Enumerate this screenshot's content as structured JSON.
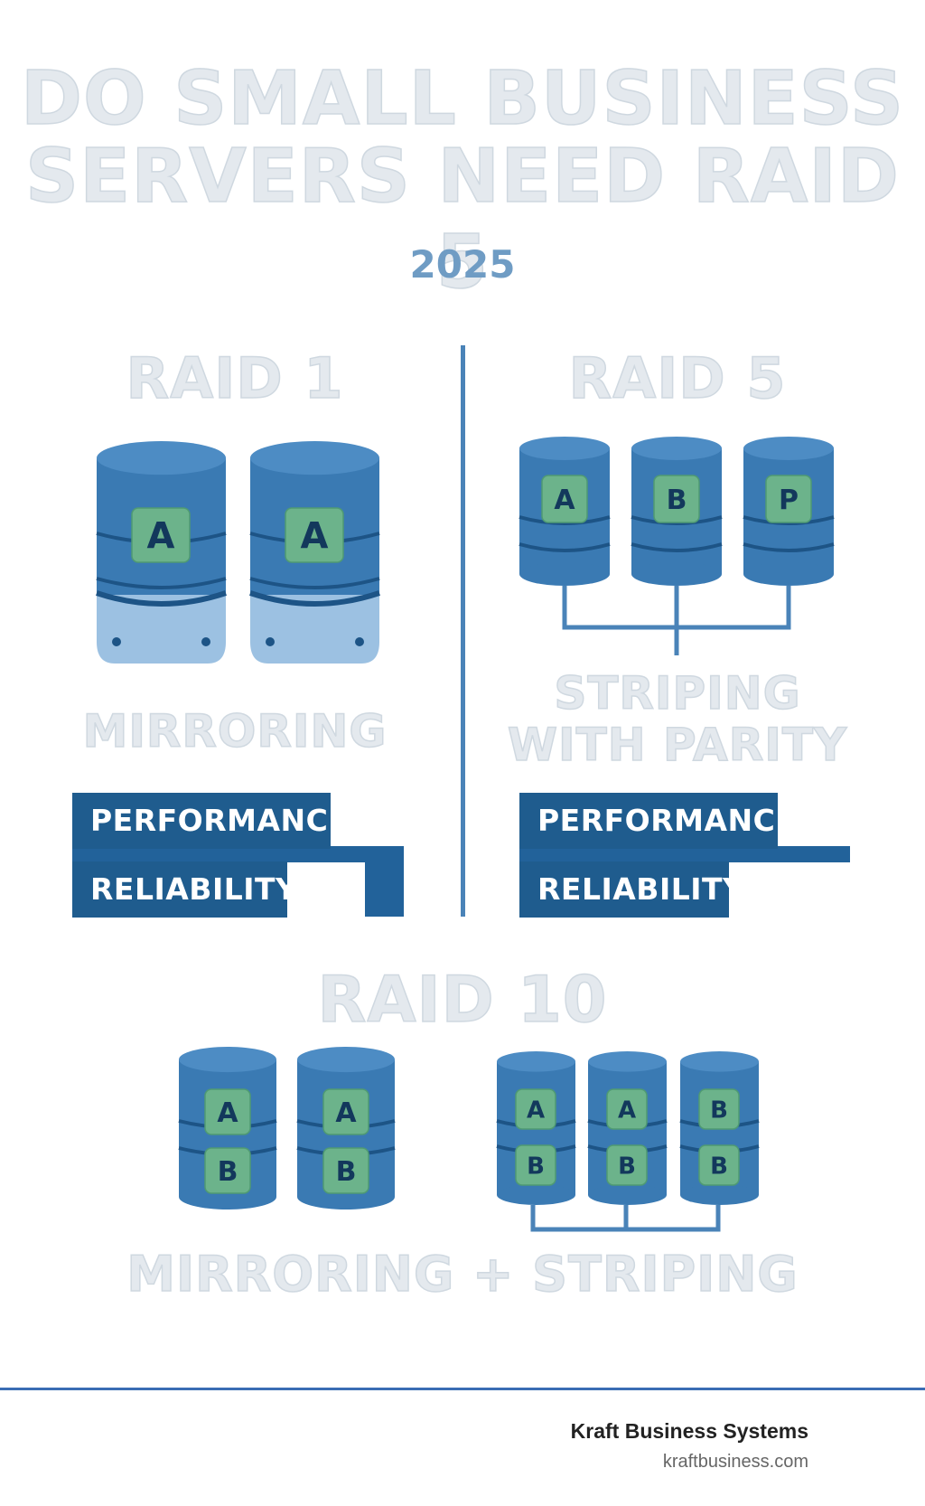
{
  "title": {
    "line1": "DO SMALL BUSINESS",
    "line2": "SERVERS NEED RAID 5",
    "year": "2025"
  },
  "raid1": {
    "title": "RAID 1",
    "disks": [
      "A",
      "A"
    ],
    "caption": "MIRRORING",
    "bars": {
      "performance": "PERFORMANCE",
      "reliability": "RELIABILITY"
    }
  },
  "raid5": {
    "title": "RAID 5",
    "disks": [
      "A",
      "B",
      "P"
    ],
    "caption_line1": "STRIPING",
    "caption_line2": "WITH PARITY",
    "bars": {
      "performance": "PERFORMANCE",
      "reliability": "RELIABILITY"
    }
  },
  "raid10": {
    "title": "RAID 10",
    "left_disks": [
      [
        "A",
        "B"
      ],
      [
        "A",
        "B"
      ]
    ],
    "right_disks": [
      [
        "A",
        "B"
      ],
      [
        "A",
        "B"
      ],
      [
        "B",
        "B"
      ]
    ],
    "caption": "MIRRORING + STRIPING"
  },
  "footer": {
    "brand": "Kraft Business Systems",
    "url": "kraftbusiness.com"
  },
  "colors": {
    "disk_body": "#3a7ab3",
    "disk_dark": "#1d5486",
    "label_green": "#6cb38b",
    "bar_navy": "#1f5c8e",
    "accent_line": "#3a6db4"
  }
}
